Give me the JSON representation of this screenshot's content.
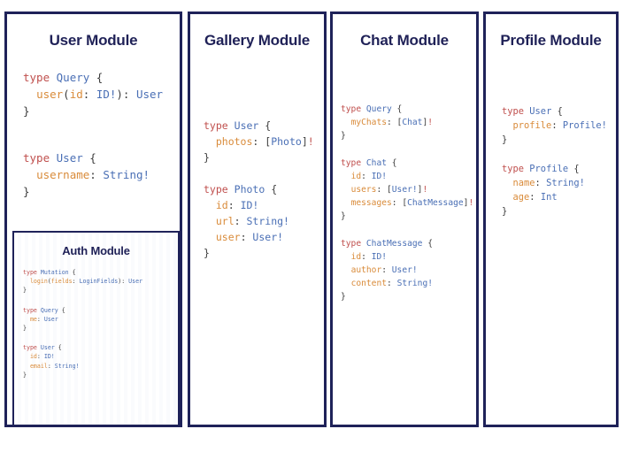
{
  "canvas": {
    "background": "#ffffff",
    "border_color": "#1f2259"
  },
  "syntax_colors": {
    "keyword": "#c0504e",
    "type": "#4a6fb5",
    "field": "#d98b3a",
    "punctuation": "#3c3c3c"
  },
  "cards": {
    "user": {
      "title": "User Module",
      "blocks": [
        {
          "lines": [
            [
              [
                "k",
                "type"
              ],
              [
                "p",
                " "
              ],
              [
                "t",
                "Query"
              ],
              [
                "p",
                " {"
              ]
            ],
            [
              [
                "p",
                "  "
              ],
              [
                "f",
                "user"
              ],
              [
                "p",
                "("
              ],
              [
                "f",
                "id"
              ],
              [
                "p",
                ": "
              ],
              [
                "t",
                "ID!"
              ],
              [
                "p",
                "): "
              ],
              [
                "t",
                "User"
              ]
            ],
            [
              [
                "p",
                "}"
              ]
            ]
          ]
        },
        {
          "lines": [
            [
              [
                "k",
                "type"
              ],
              [
                "p",
                " "
              ],
              [
                "t",
                "User"
              ],
              [
                "p",
                " {"
              ]
            ],
            [
              [
                "p",
                "  "
              ],
              [
                "f",
                "username"
              ],
              [
                "p",
                ": "
              ],
              [
                "t",
                "String!"
              ]
            ],
            [
              [
                "p",
                "}"
              ]
            ]
          ]
        }
      ]
    },
    "auth": {
      "title": "Auth Module",
      "blocks": [
        {
          "lines": [
            [
              [
                "k",
                "type"
              ],
              [
                "p",
                " "
              ],
              [
                "t",
                "Mutation"
              ],
              [
                "p",
                " {"
              ]
            ],
            [
              [
                "p",
                "  "
              ],
              [
                "f",
                "login"
              ],
              [
                "p",
                "("
              ],
              [
                "f",
                "fields"
              ],
              [
                "p",
                ": "
              ],
              [
                "t",
                "LoginFields"
              ],
              [
                "p",
                "): "
              ],
              [
                "t",
                "User"
              ]
            ],
            [
              [
                "p",
                "}"
              ]
            ]
          ]
        },
        {
          "lines": [
            [
              [
                "k",
                "type"
              ],
              [
                "p",
                " "
              ],
              [
                "t",
                "Query"
              ],
              [
                "p",
                " {"
              ]
            ],
            [
              [
                "p",
                "  "
              ],
              [
                "f",
                "me"
              ],
              [
                "p",
                ": "
              ],
              [
                "t",
                "User"
              ]
            ],
            [
              [
                "p",
                "}"
              ]
            ]
          ]
        },
        {
          "lines": [
            [
              [
                "k",
                "type"
              ],
              [
                "p",
                " "
              ],
              [
                "t",
                "User"
              ],
              [
                "p",
                " {"
              ]
            ],
            [
              [
                "p",
                "  "
              ],
              [
                "f",
                "id"
              ],
              [
                "p",
                ": "
              ],
              [
                "t",
                "ID!"
              ]
            ],
            [
              [
                "p",
                "  "
              ],
              [
                "f",
                "email"
              ],
              [
                "p",
                ": "
              ],
              [
                "t",
                "String!"
              ]
            ],
            [
              [
                "p",
                "}"
              ]
            ]
          ]
        }
      ]
    },
    "gallery": {
      "title": "Gallery Module",
      "blocks": [
        {
          "lines": [
            [
              [
                "k",
                "type"
              ],
              [
                "p",
                " "
              ],
              [
                "t",
                "User"
              ],
              [
                "p",
                " {"
              ]
            ],
            [
              [
                "p",
                "  "
              ],
              [
                "f",
                "photos"
              ],
              [
                "p",
                ": ["
              ],
              [
                "t",
                "Photo"
              ],
              [
                "p",
                "]"
              ],
              [
                "k",
                "!"
              ]
            ],
            [
              [
                "p",
                "}"
              ]
            ]
          ]
        },
        {
          "lines": [
            [
              [
                "k",
                "type"
              ],
              [
                "p",
                " "
              ],
              [
                "t",
                "Photo"
              ],
              [
                "p",
                " {"
              ]
            ],
            [
              [
                "p",
                "  "
              ],
              [
                "f",
                "id"
              ],
              [
                "p",
                ": "
              ],
              [
                "t",
                "ID!"
              ]
            ],
            [
              [
                "p",
                "  "
              ],
              [
                "f",
                "url"
              ],
              [
                "p",
                ": "
              ],
              [
                "t",
                "String!"
              ]
            ],
            [
              [
                "p",
                "  "
              ],
              [
                "f",
                "user"
              ],
              [
                "p",
                ": "
              ],
              [
                "t",
                "User!"
              ]
            ],
            [
              [
                "p",
                "}"
              ]
            ]
          ]
        }
      ]
    },
    "chat": {
      "title": "Chat Module",
      "blocks": [
        {
          "lines": [
            [
              [
                "k",
                "type"
              ],
              [
                "p",
                " "
              ],
              [
                "t",
                "Query"
              ],
              [
                "p",
                " {"
              ]
            ],
            [
              [
                "p",
                "  "
              ],
              [
                "f",
                "myChats"
              ],
              [
                "p",
                ": ["
              ],
              [
                "t",
                "Chat"
              ],
              [
                "p",
                "]"
              ],
              [
                "k",
                "!"
              ]
            ],
            [
              [
                "p",
                "}"
              ]
            ]
          ]
        },
        {
          "lines": [
            [
              [
                "k",
                "type"
              ],
              [
                "p",
                " "
              ],
              [
                "t",
                "Chat"
              ],
              [
                "p",
                " {"
              ]
            ],
            [
              [
                "p",
                "  "
              ],
              [
                "f",
                "id"
              ],
              [
                "p",
                ": "
              ],
              [
                "t",
                "ID!"
              ]
            ],
            [
              [
                "p",
                "  "
              ],
              [
                "f",
                "users"
              ],
              [
                "p",
                ": ["
              ],
              [
                "t",
                "User!"
              ],
              [
                "p",
                "]"
              ],
              [
                "k",
                "!"
              ]
            ],
            [
              [
                "p",
                "  "
              ],
              [
                "f",
                "messages"
              ],
              [
                "p",
                ": ["
              ],
              [
                "t",
                "ChatMessage"
              ],
              [
                "p",
                "]"
              ],
              [
                "k",
                "!"
              ]
            ],
            [
              [
                "p",
                "}"
              ]
            ]
          ]
        },
        {
          "lines": [
            [
              [
                "k",
                "type"
              ],
              [
                "p",
                " "
              ],
              [
                "t",
                "ChatMessage"
              ],
              [
                "p",
                " {"
              ]
            ],
            [
              [
                "p",
                "  "
              ],
              [
                "f",
                "id"
              ],
              [
                "p",
                ": "
              ],
              [
                "t",
                "ID!"
              ]
            ],
            [
              [
                "p",
                "  "
              ],
              [
                "f",
                "author"
              ],
              [
                "p",
                ": "
              ],
              [
                "t",
                "User!"
              ]
            ],
            [
              [
                "p",
                "  "
              ],
              [
                "f",
                "content"
              ],
              [
                "p",
                ": "
              ],
              [
                "t",
                "String!"
              ]
            ],
            [
              [
                "p",
                "}"
              ]
            ]
          ]
        }
      ]
    },
    "profile": {
      "title": "Profile Module",
      "blocks": [
        {
          "lines": [
            [
              [
                "k",
                "type"
              ],
              [
                "p",
                " "
              ],
              [
                "t",
                "User"
              ],
              [
                "p",
                " {"
              ]
            ],
            [
              [
                "p",
                "  "
              ],
              [
                "f",
                "profile"
              ],
              [
                "p",
                ": "
              ],
              [
                "t",
                "Profile!"
              ]
            ],
            [
              [
                "p",
                "}"
              ]
            ]
          ]
        },
        {
          "lines": [
            [
              [
                "k",
                "type"
              ],
              [
                "p",
                " "
              ],
              [
                "t",
                "Profile"
              ],
              [
                "p",
                " {"
              ]
            ],
            [
              [
                "p",
                "  "
              ],
              [
                "f",
                "name"
              ],
              [
                "p",
                ": "
              ],
              [
                "t",
                "String!"
              ]
            ],
            [
              [
                "p",
                "  "
              ],
              [
                "f",
                "age"
              ],
              [
                "p",
                ": "
              ],
              [
                "t",
                "Int"
              ]
            ],
            [
              [
                "p",
                "}"
              ]
            ]
          ]
        }
      ]
    }
  }
}
